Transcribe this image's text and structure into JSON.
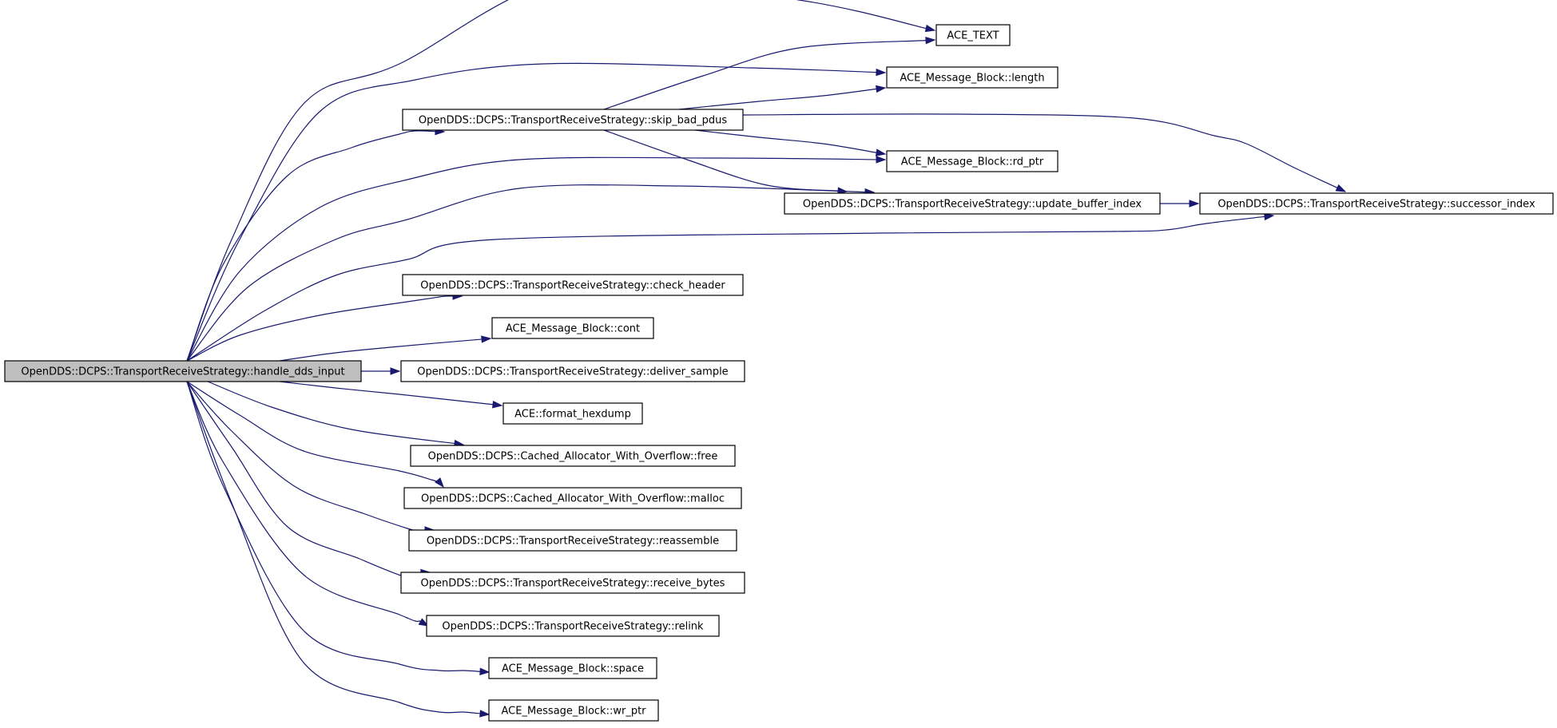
{
  "diagram": {
    "type": "call-graph",
    "edge_color": "#191970",
    "root_fill": "#bfbfbf",
    "node_fill": "#ffffff",
    "root": "OpenDDS::DCPS::TransportReceiveStrategy::handle_dds_input",
    "nodes": [
      {
        "id": "root",
        "label": "OpenDDS::DCPS::TransportReceiveStrategy::handle_dds_input",
        "icon": "function-node",
        "kind": "root"
      },
      {
        "id": "ace_text",
        "label": "ACE_TEXT",
        "icon": "function-node"
      },
      {
        "id": "length",
        "label": "ACE_Message_Block::length",
        "icon": "function-node"
      },
      {
        "id": "skip_bad_pdus",
        "label": "OpenDDS::DCPS::TransportReceiveStrategy::skip_bad_pdus",
        "icon": "function-node"
      },
      {
        "id": "rd_ptr",
        "label": "ACE_Message_Block::rd_ptr",
        "icon": "function-node"
      },
      {
        "id": "update_buffer_index",
        "label": "OpenDDS::DCPS::TransportReceiveStrategy::update_buffer_index",
        "icon": "function-node"
      },
      {
        "id": "successor_index",
        "label": "OpenDDS::DCPS::TransportReceiveStrategy::successor_index",
        "icon": "function-node"
      },
      {
        "id": "check_header",
        "label": "OpenDDS::DCPS::TransportReceiveStrategy::check_header",
        "icon": "function-node"
      },
      {
        "id": "cont",
        "label": "ACE_Message_Block::cont",
        "icon": "function-node"
      },
      {
        "id": "deliver_sample",
        "label": "OpenDDS::DCPS::TransportReceiveStrategy::deliver_sample",
        "icon": "function-node"
      },
      {
        "id": "format_hexdump",
        "label": "ACE::format_hexdump",
        "icon": "function-node"
      },
      {
        "id": "free",
        "label": "OpenDDS::DCPS::Cached_Allocator_With_Overflow::free",
        "icon": "function-node"
      },
      {
        "id": "malloc",
        "label": "OpenDDS::DCPS::Cached_Allocator_With_Overflow::malloc",
        "icon": "function-node"
      },
      {
        "id": "reassemble",
        "label": "OpenDDS::DCPS::TransportReceiveStrategy::reassemble",
        "icon": "function-node"
      },
      {
        "id": "receive_bytes",
        "label": "OpenDDS::DCPS::TransportReceiveStrategy::receive_bytes",
        "icon": "function-node"
      },
      {
        "id": "relink",
        "label": "OpenDDS::DCPS::TransportReceiveStrategy::relink",
        "icon": "function-node"
      },
      {
        "id": "space",
        "label": "ACE_Message_Block::space",
        "icon": "function-node"
      },
      {
        "id": "wr_ptr",
        "label": "ACE_Message_Block::wr_ptr",
        "icon": "function-node"
      }
    ],
    "edges": [
      {
        "from": "root",
        "to": "ace_text"
      },
      {
        "from": "root",
        "to": "length"
      },
      {
        "from": "root",
        "to": "skip_bad_pdus"
      },
      {
        "from": "root",
        "to": "rd_ptr"
      },
      {
        "from": "root",
        "to": "update_buffer_index"
      },
      {
        "from": "root",
        "to": "successor_index"
      },
      {
        "from": "root",
        "to": "check_header"
      },
      {
        "from": "root",
        "to": "cont"
      },
      {
        "from": "root",
        "to": "deliver_sample"
      },
      {
        "from": "root",
        "to": "format_hexdump"
      },
      {
        "from": "root",
        "to": "free"
      },
      {
        "from": "root",
        "to": "malloc"
      },
      {
        "from": "root",
        "to": "reassemble"
      },
      {
        "from": "root",
        "to": "receive_bytes"
      },
      {
        "from": "root",
        "to": "relink"
      },
      {
        "from": "root",
        "to": "space"
      },
      {
        "from": "root",
        "to": "wr_ptr"
      },
      {
        "from": "skip_bad_pdus",
        "to": "ace_text"
      },
      {
        "from": "skip_bad_pdus",
        "to": "length"
      },
      {
        "from": "skip_bad_pdus",
        "to": "rd_ptr"
      },
      {
        "from": "skip_bad_pdus",
        "to": "update_buffer_index"
      },
      {
        "from": "skip_bad_pdus",
        "to": "successor_index"
      },
      {
        "from": "update_buffer_index",
        "to": "successor_index"
      }
    ]
  }
}
